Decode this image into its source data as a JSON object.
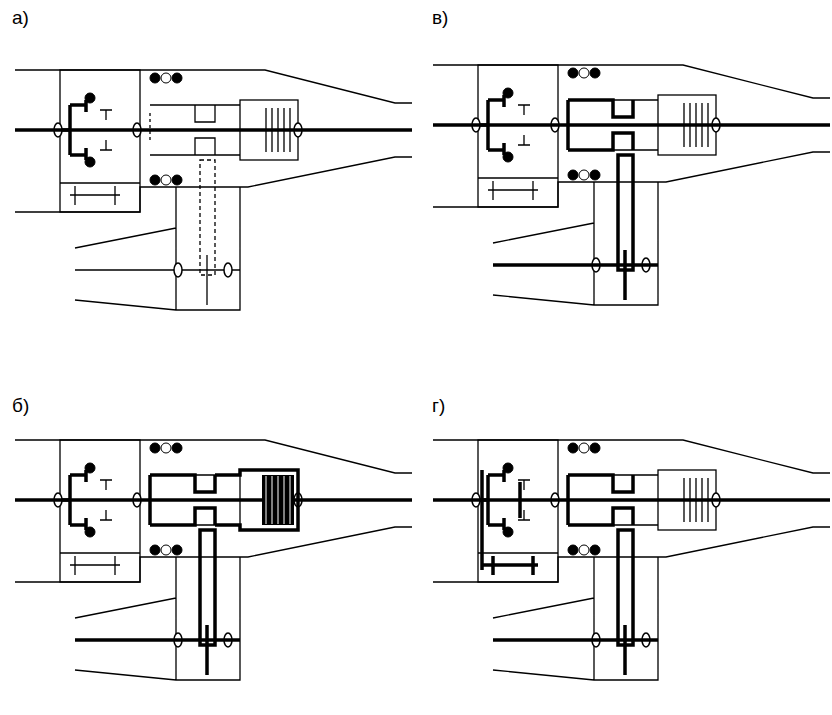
{
  "diagram": {
    "labels": [
      "а)",
      "в)",
      "б)",
      "г)"
    ]
  }
}
